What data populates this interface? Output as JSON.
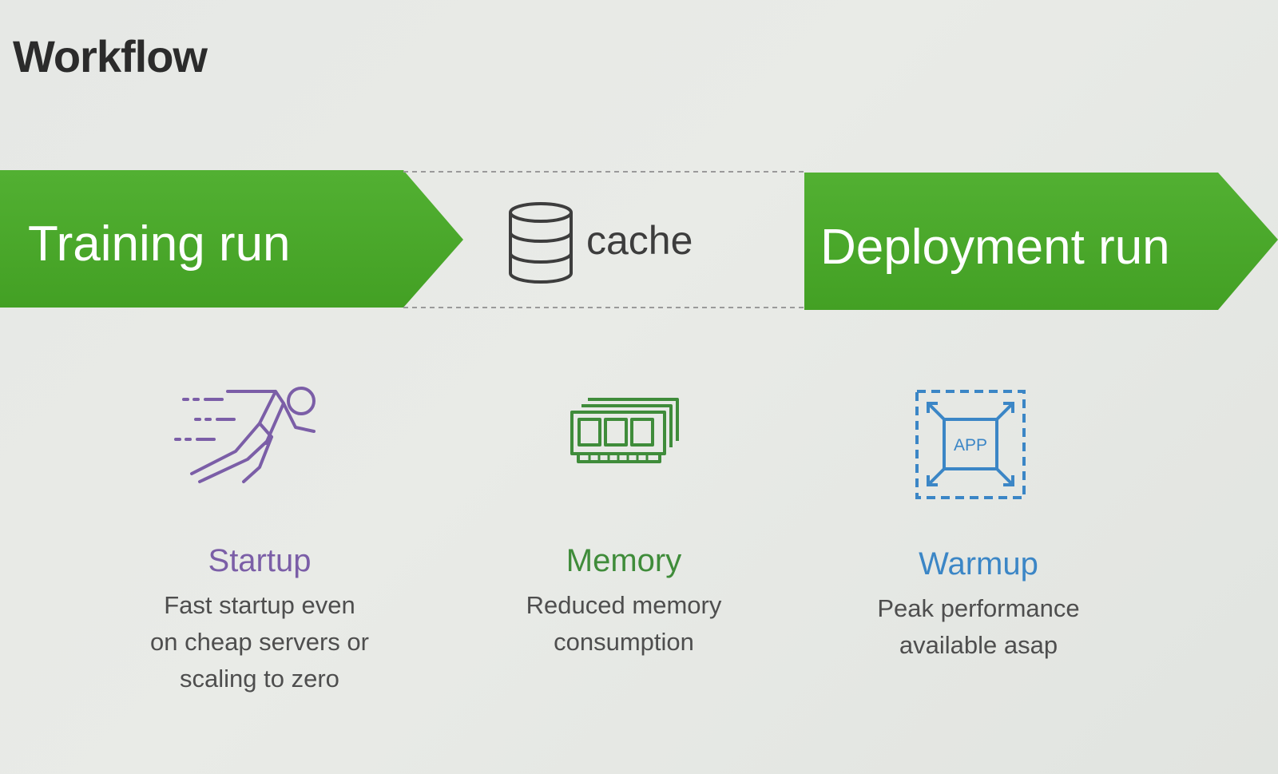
{
  "slide": {
    "title": "Workflow"
  },
  "pipeline": {
    "training_label": "Training run",
    "cache_label": "cache",
    "deployment_label": "Deployment run",
    "arrow_color": "#4aa82a"
  },
  "features": [
    {
      "title": "Startup",
      "description": "Fast startup even\non cheap servers or\nscaling to zero",
      "icon": "runner-icon",
      "color": "#7b5ea7"
    },
    {
      "title": "Memory",
      "description": "Reduced memory\nconsumption",
      "icon": "memory-chip-icon",
      "color": "#3f8c3a"
    },
    {
      "title": "Warmup",
      "description": "Peak performance\navailable asap",
      "icon": "app-expand-icon",
      "color": "#3b86c6",
      "icon_label": "APP"
    }
  ]
}
